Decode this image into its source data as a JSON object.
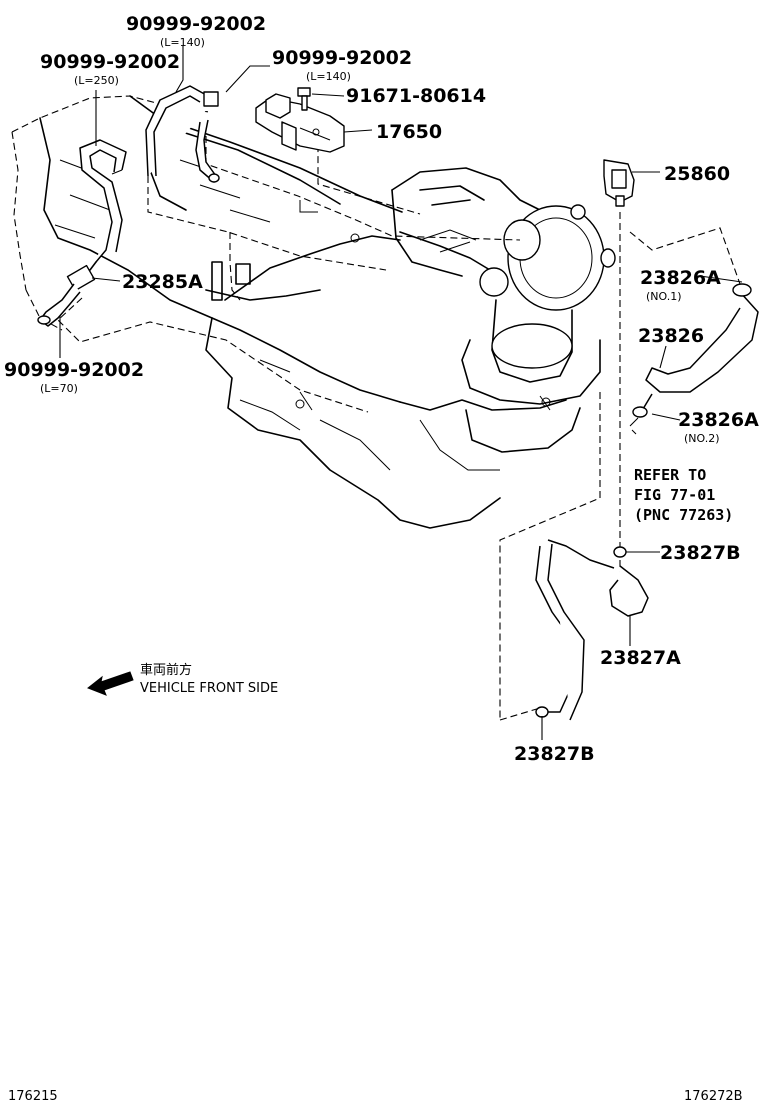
{
  "labels": {
    "hose_top_center": {
      "pn": "90999-92002",
      "sub": "(L=140)"
    },
    "hose_top_left": {
      "pn": "90999-92002",
      "sub": "(L=250)"
    },
    "hose_top_right": {
      "pn": "90999-92002",
      "sub": "(L=140)"
    },
    "bolt": {
      "pn": "91671-80614"
    },
    "vsv_bracket": {
      "pn": "17650"
    },
    "valve": {
      "pn": "25860"
    },
    "filter_left": {
      "pn": "23285A"
    },
    "hose_bottom_left": {
      "pn": "90999-92002",
      "sub": "(L=70)"
    },
    "hose_no1": {
      "pn": "23826A",
      "sub": "(NO.1)"
    },
    "hose_23826": {
      "pn": "23826"
    },
    "hose_no2": {
      "pn": "23826A",
      "sub": "(NO.2)"
    },
    "refer": {
      "line1": "REFER TO",
      "line2": "FIG 77-01",
      "line3": "(PNC 77263)"
    },
    "clamp_upper": {
      "pn": "23827B"
    },
    "hose_23827A": {
      "pn": "23827A"
    },
    "clamp_lower": {
      "pn": "23827B"
    }
  },
  "direction": {
    "jp": "車両前方",
    "en": "VEHICLE FRONT SIDE"
  },
  "footer": {
    "left": "176215",
    "right": "176272B"
  }
}
